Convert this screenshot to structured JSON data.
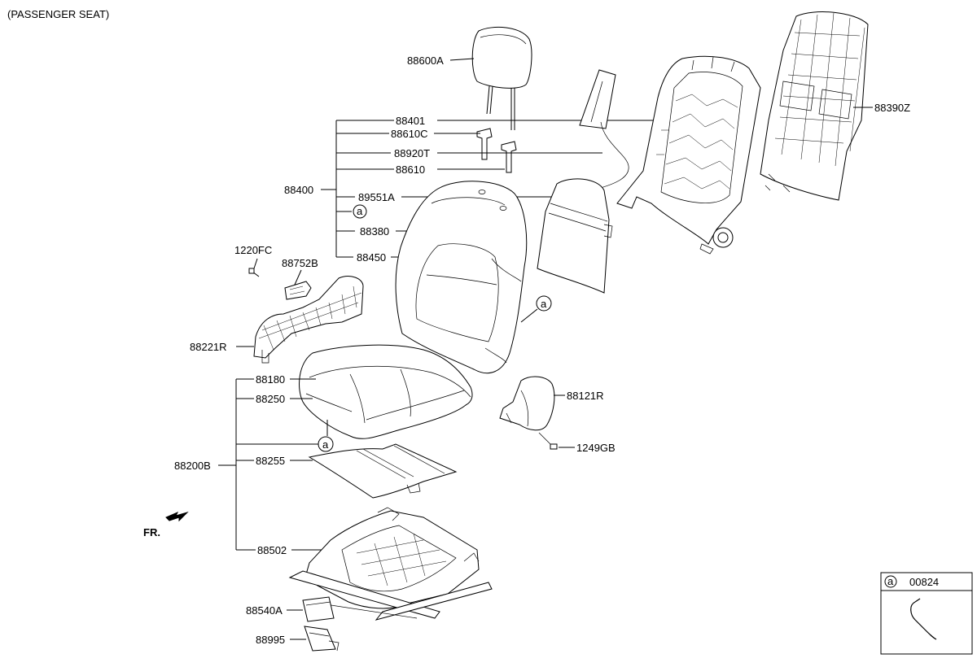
{
  "title": "(PASSENGER SEAT)",
  "direction_label": "FR.",
  "legend": {
    "marker": "a",
    "part_number": "00824"
  },
  "callout_marker": "a",
  "labels": {
    "p88600A": "88600A",
    "p88401": "88401",
    "p88610C": "88610C",
    "p88920T": "88920T",
    "p88610": "88610",
    "p88400": "88400",
    "p89551A": "89551A",
    "p88380": "88380",
    "p88450": "88450",
    "p1220FC": "1220FC",
    "p88752B": "88752B",
    "p88221R": "88221R",
    "p88390Z": "88390Z",
    "p88180": "88180",
    "p88250": "88250",
    "p88200B": "88200B",
    "p88255": "88255",
    "p88121R": "88121R",
    "p1249GB": "1249GB",
    "p88502": "88502",
    "p88540A": "88540A",
    "p88995": "88995"
  }
}
